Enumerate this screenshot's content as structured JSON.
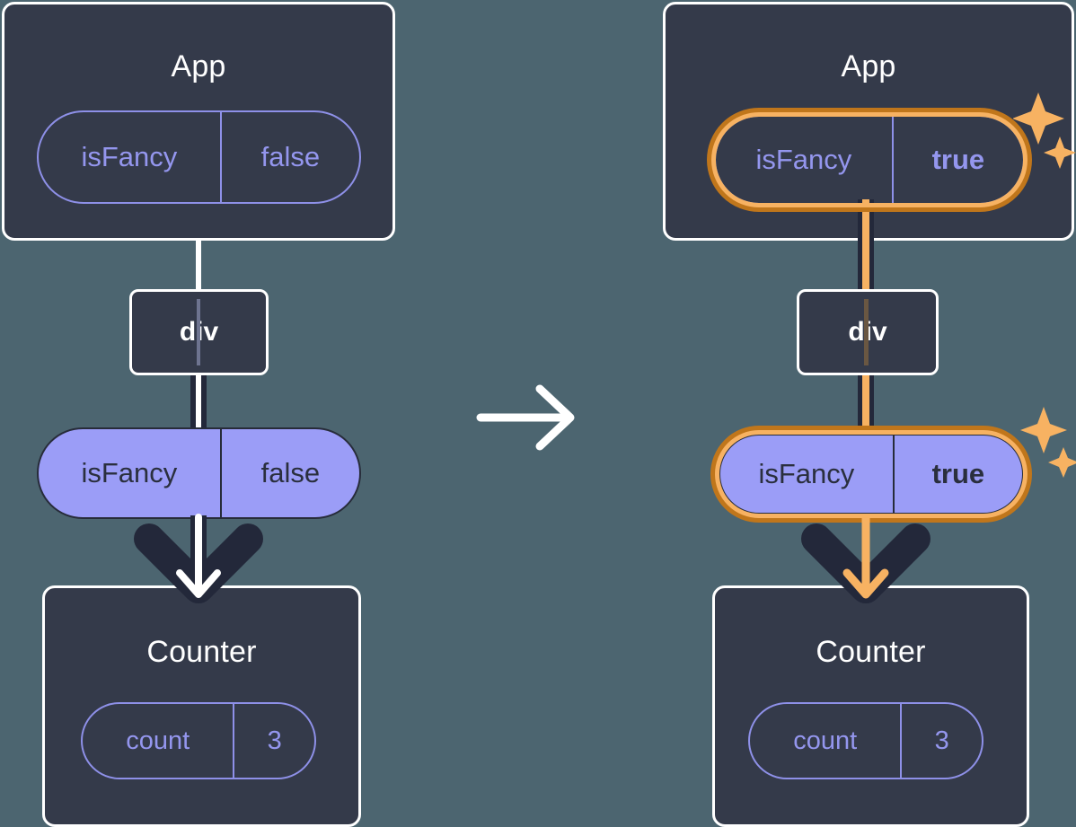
{
  "diagram": {
    "title_icon": "react-state-update-diagram",
    "background_color": "#4C6570",
    "panel_color": "#343A4A",
    "accent_color": "#F7B262",
    "accent_dark_color": "#C0761B",
    "pill_fill_color": "#9B9DF7",
    "pill_outline_color": "#8E90E8",
    "transition_arrow": "arrow-right-icon"
  },
  "before": {
    "app": {
      "title": "App",
      "state": {
        "name": "isFancy",
        "value": "false",
        "highlighted": false
      }
    },
    "div": {
      "label": "div"
    },
    "prop": {
      "name": "isFancy",
      "value": "false",
      "highlighted": false
    },
    "counter": {
      "title": "Counter",
      "state": {
        "name": "count",
        "value": "3",
        "highlighted": false
      }
    }
  },
  "after": {
    "app": {
      "title": "App",
      "state": {
        "name": "isFancy",
        "value": "true",
        "highlighted": true
      }
    },
    "div": {
      "label": "div"
    },
    "prop": {
      "name": "isFancy",
      "value": "true",
      "highlighted": true
    },
    "counter": {
      "title": "Counter",
      "state": {
        "name": "count",
        "value": "3",
        "highlighted": false
      }
    }
  },
  "icons": {
    "sparkle_large": "sparkle-icon",
    "sparkle_small": "sparkle-small-icon",
    "flow_arrow": "arrow-down-icon"
  }
}
